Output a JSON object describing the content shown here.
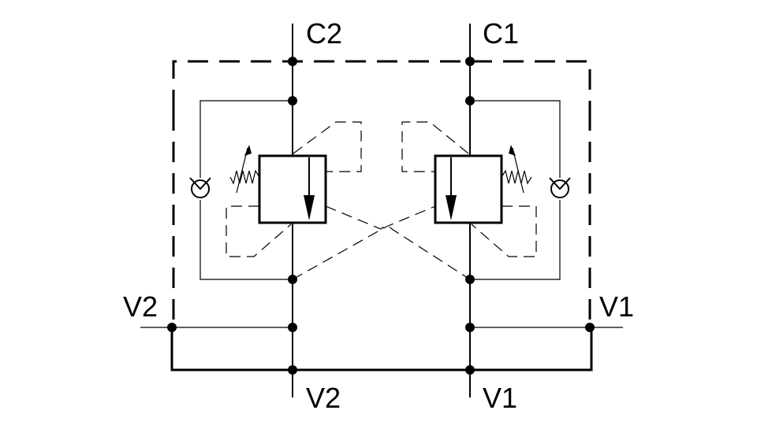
{
  "ports": {
    "c2": "C2",
    "c1": "C1",
    "v2_left": "V2",
    "v1_right": "V1",
    "v2_bottom": "V2",
    "v1_bottom": "V1"
  }
}
